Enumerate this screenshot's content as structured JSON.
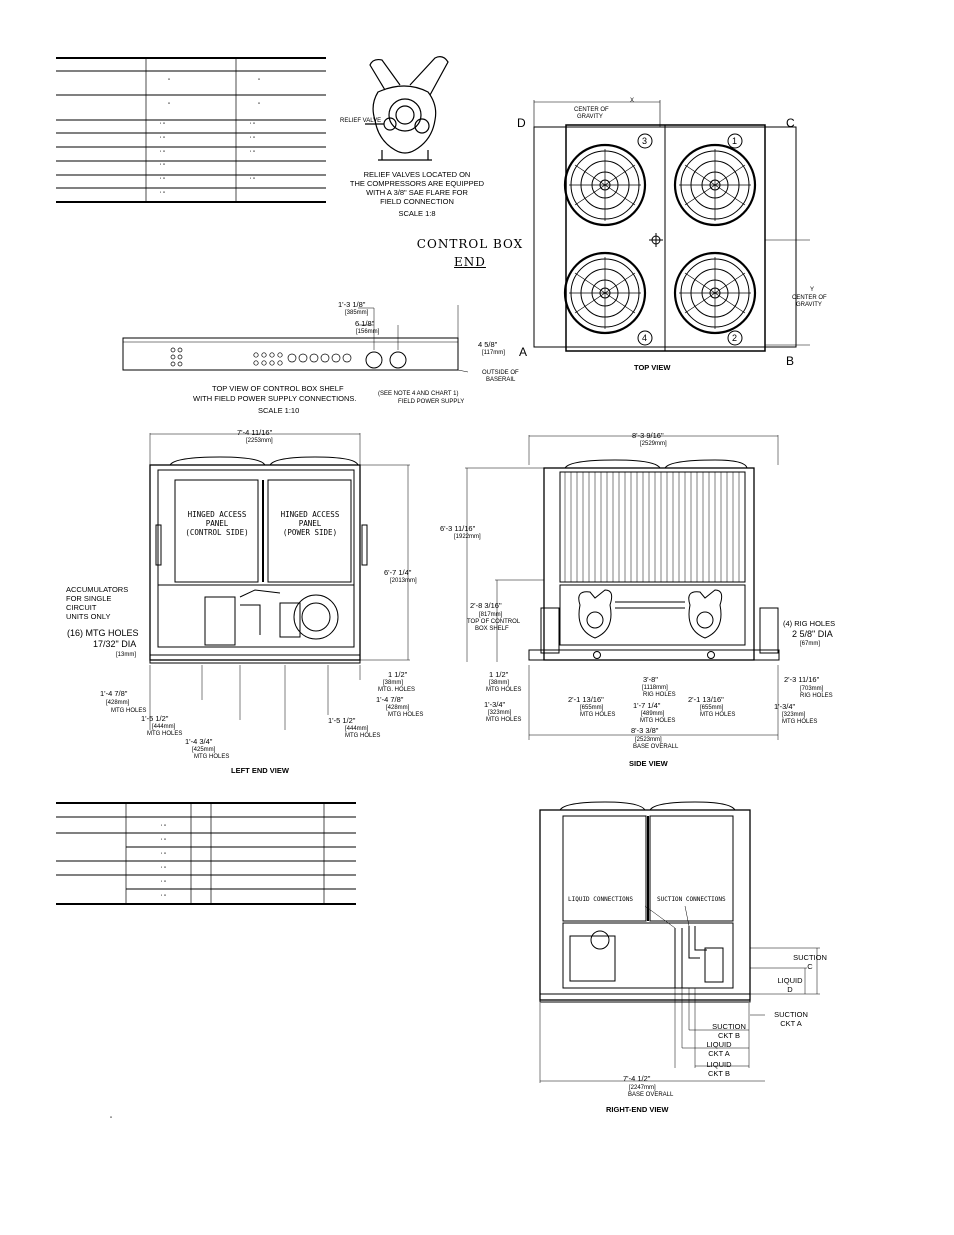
{
  "relief_valve": {
    "label": "RELIEF VALVE",
    "note_line1": "RELIEF VALVES LOCATED ON",
    "note_line2": "THE COMPRESSORS ARE EQUIPPED",
    "note_line3": "WITH A 3/8\" SAE FLARE FOR",
    "note_line4": "FIELD CONNECTION",
    "scale": "SCALE 1:8"
  },
  "control_box": {
    "title_line1": "CONTROL BOX",
    "title_line2": "END"
  },
  "top_view": {
    "caption": "TOP VIEW",
    "x_label": "X",
    "x_cog1": "CENTER OF",
    "x_cog2": "GRAVITY",
    "y_label": "Y",
    "y_cog1": "CENTER OF",
    "y_cog2": "GRAVITY",
    "corner_a": "A",
    "corner_b": "B",
    "corner_c": "C",
    "corner_d": "D",
    "fan1": "1",
    "fan2": "2",
    "fan3": "3",
    "fan4": "4"
  },
  "shelf": {
    "dim1": "1'-3 1/8\"",
    "dim1_mm": "[385mm]",
    "dim2": "6 1/8\"",
    "dim2_mm": "[156mm]",
    "dim3": "4 5/8\"",
    "dim3_mm": "[117mm]",
    "outside1": "OUTSIDE OF",
    "outside2": "BASERAIL",
    "caption1": "TOP VIEW OF CONTROL BOX SHELF",
    "caption2": "WITH FIELD POWER SUPPLY CONNECTIONS.",
    "scale": "SCALE 1:10",
    "note1": "(SEE NOTE 4 AND CHART 1)",
    "note2": "FIELD POWER SUPPLY"
  },
  "left_end": {
    "caption": "LEFT END VIEW",
    "width": "7'-4 11/16\"",
    "width_mm": "[2253mm]",
    "height": "6'-7 1/4\"",
    "height_mm": "[2013mm]",
    "panel_control1": "HINGED ACCESS",
    "panel_control2": "PANEL",
    "panel_control3": "(CONTROL SIDE)",
    "panel_power1": "HINGED ACCESS",
    "panel_power2": "PANEL",
    "panel_power3": "(POWER SIDE)",
    "acc1": "ACCUMULATORS",
    "acc2": "FOR SINGLE",
    "acc3": "CIRCUIT",
    "acc4": "UNITS ONLY",
    "mtg1": "(16) MTG HOLES",
    "mtg2": "17/32\" DIA",
    "mtg_mm": "[13mm]",
    "d_a": "1'-4 7/8\"",
    "d_a_mm": "[428mm]",
    "d_a_lbl": "MTG HOLES",
    "d_b": "1'-5 1/2\"",
    "d_b_mm": "[444mm]",
    "d_b_lbl": "MTG HOLES",
    "d_c": "1'-4 3/4\"",
    "d_c_mm": "[425mm]",
    "d_c_lbl": "MTG HOLES",
    "d_d": "1 1/2\"",
    "d_d_mm": "[38mm]",
    "d_d_lbl": "MTG. HOLES",
    "d_e": "1'-4 7/8\"",
    "d_e_mm": "[428mm]",
    "d_e_lbl": "MTG HOLES",
    "d_f": "1'-5 1/2\"",
    "d_f_mm": "[444mm]",
    "d_f_lbl": "MTG HOLES"
  },
  "side_view": {
    "caption": "SIDE VIEW",
    "width": "8'-3 9/16\"",
    "width_mm": "[2529mm]",
    "height": "6'-3 11/16\"",
    "height_mm": "[1922mm]",
    "shelf": "2'-8 3/16\"",
    "shelf_mm": "[817mm]",
    "shelf1": "TOP OF CONTROL",
    "shelf2": "BOX SHELF",
    "rig1": "(4) RIG HOLES",
    "rig2": "2 5/8\" DIA",
    "rig_mm": "[67mm]",
    "r1": "2'-3 11/16\"",
    "r1_mm": "[703mm]",
    "r1_lbl": "RIG HOLES",
    "r2": "1'-3/4\"",
    "r2_mm": "[323mm]",
    "r2_lbl": "MTG HOLES",
    "l1": "1 1/2\"",
    "l1_mm": "[38mm]",
    "l1_lbl": "MTG HOLES",
    "l2": "1'-3/4\"",
    "l2_mm": "[323mm]",
    "l2_lbl": "MTG HOLES",
    "c1": "3'-8\"",
    "c1_mm": "[1118mm]",
    "c1_lbl": "RIG HOLES",
    "c2": "2'-1 13/16\"",
    "c2_mm": "[655mm]",
    "c2_lbl": "MTG HOLES",
    "c3": "1'-7 1/4\"",
    "c3_mm": "[489mm]",
    "c3_lbl": "MTG HOLES",
    "c4": "2'-1 13/16\"",
    "c4_mm": "[655mm]",
    "c4_lbl": "MTG HOLES",
    "base": "8'-3 3/8\"",
    "base_mm": "[2523mm]",
    "base_lbl": "BASE OVERALL"
  },
  "right_end": {
    "caption": "RIGHT-END VIEW",
    "liquid_conn": "LIQUID CONNECTIONS",
    "suction_conn": "SUCTION CONNECTIONS",
    "suction_c1": "SUCTION",
    "suction_c2": "C",
    "liquid_d1": "LIQUID",
    "liquid_d2": "D",
    "suction_a1": "SUCTION",
    "suction_a2": "CKT A",
    "suction_b1": "SUCTION",
    "suction_b2": "CKT B",
    "liquid_a1": "LIQUID",
    "liquid_a2": "CKT A",
    "liquid_b1": "LIQUID",
    "liquid_b2": "CKT B",
    "base": "7'-4 1/2\"",
    "base_mm": "[2247mm]",
    "base_lbl": "BASE OVERALL"
  },
  "table_top": {
    "rows": [
      [
        "",
        "\"",
        "\""
      ],
      [
        "",
        "\"",
        "\""
      ],
      [
        "",
        "' \"",
        "' \""
      ],
      [
        "",
        "' \"",
        "' \""
      ],
      [
        "",
        "' \"",
        "' \""
      ],
      [
        "",
        "' \"",
        "' \""
      ],
      [
        "",
        "' \"",
        "' \""
      ],
      [
        "",
        "' \"",
        "' \""
      ]
    ]
  },
  "stray_mark": "\""
}
